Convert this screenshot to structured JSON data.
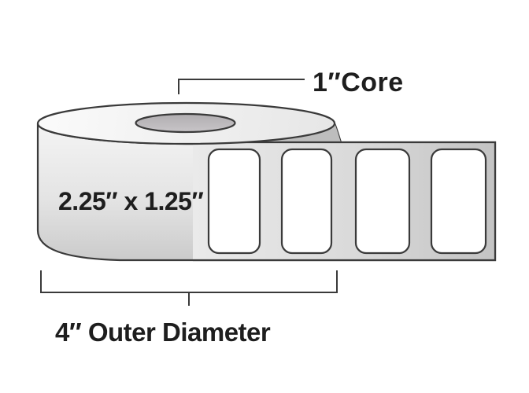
{
  "diagram": {
    "core_label": "1″Core",
    "roll_label_size": "2.25″ x 1.25″",
    "outer_diameter_label": "4″ Outer Diameter",
    "blank_label_count": 4,
    "colors": {
      "background": "#ffffff",
      "line": "#3a3a3a",
      "text": "#1e1e1e",
      "roll_light": "#f4f4f4",
      "roll_mid": "#e4e4e4",
      "roll_dark": "#cbcbcb",
      "strip_light": "#eaeaea",
      "strip_mid": "#d9d9d9",
      "strip_dark": "#c3c3c3",
      "topface_light": "#fbfbfb",
      "topface_dark": "#e6e6e6",
      "core_dark": "#b0adb0",
      "core_light": "#c8c5c8",
      "shadow": "#bdbdbd",
      "label_fill": "#ffffff"
    }
  }
}
